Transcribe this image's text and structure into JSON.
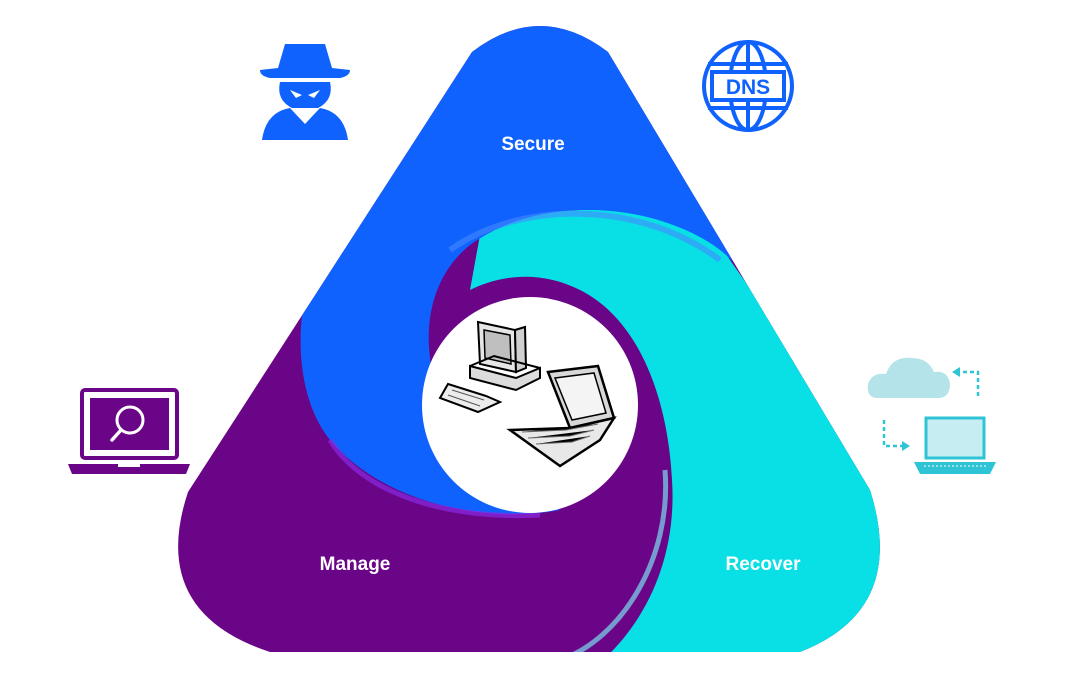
{
  "diagram": {
    "segments": [
      {
        "id": "secure",
        "label": "Secure"
      },
      {
        "id": "manage",
        "label": "Manage"
      },
      {
        "id": "recover",
        "label": "Recover"
      }
    ],
    "dns_label": "DNS"
  },
  "colors": {
    "secure": "#0f62fe",
    "secure_light": "#4589ff",
    "manage": "#6a0588",
    "manage_light": "#8a2be2",
    "recover": "#08e0e6",
    "recover_dark": "#00bcd4",
    "center": "#ffffff"
  },
  "icons": {
    "top_left": "hacker-spy-icon",
    "top_right": "dns-globe-icon",
    "left": "laptop-search-icon",
    "right": "cloud-backup-laptop-icon",
    "center": "desktop-and-laptop-icon"
  }
}
